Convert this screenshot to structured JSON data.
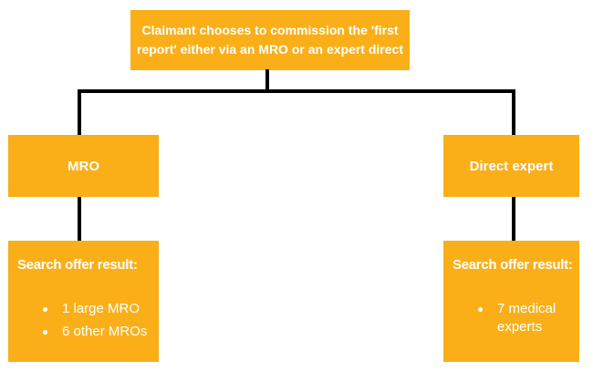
{
  "colors": {
    "box_fill": "#FAAF18",
    "box_text": "#FFFFFF",
    "connector": "#000000",
    "background": "#FFFFFF"
  },
  "flowchart": {
    "root_label_lines": [
      "Claimant chooses to commission the 'first",
      "report' either via an MRO or an expert direct"
    ],
    "left_branch": {
      "label": "MRO",
      "result_heading": "Search offer result:",
      "bullets": [
        "1 large MRO",
        "6 other MROs"
      ]
    },
    "right_branch": {
      "label": "Direct expert",
      "result_heading": "Search offer result:",
      "bullets": [
        "7 medical experts"
      ]
    }
  }
}
